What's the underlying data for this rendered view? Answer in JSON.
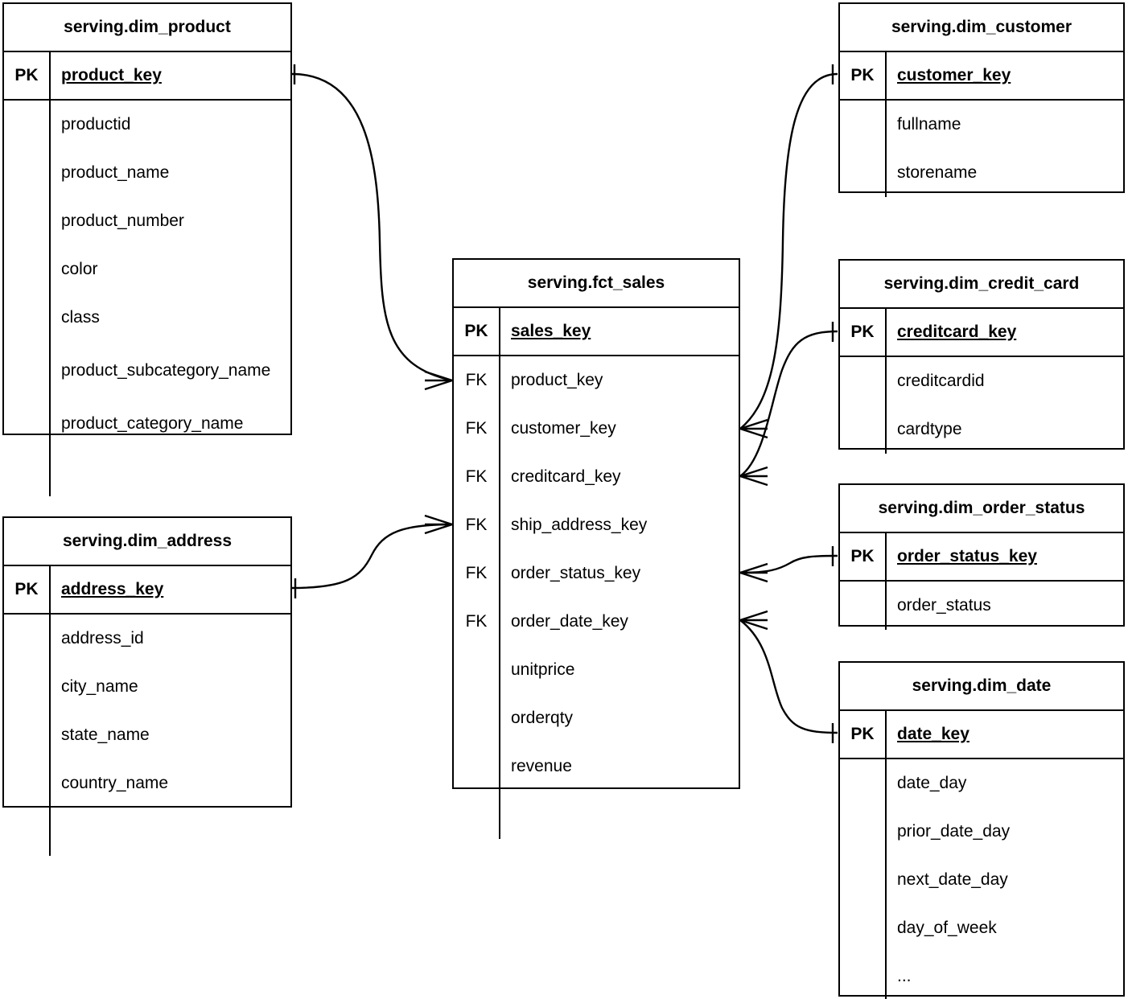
{
  "diagram": {
    "type": "entity-relationship-diagram",
    "notation": "crow's-foot",
    "background_color": "#ffffff",
    "line_color": "#000000",
    "key_labels": {
      "primary": "PK",
      "foreign": "FK"
    }
  },
  "entities": {
    "dim_product": {
      "title": "serving.dim_product",
      "pk": {
        "key": "PK",
        "name": "product_key"
      },
      "fields": [
        {
          "key": "",
          "name": "productid"
        },
        {
          "key": "",
          "name": "product_name"
        },
        {
          "key": "",
          "name": "product_number"
        },
        {
          "key": "",
          "name": "color"
        },
        {
          "key": "",
          "name": "class"
        },
        {
          "key": "",
          "name": "product_subcategory_name"
        },
        {
          "key": "",
          "name": "product_category_name"
        }
      ]
    },
    "dim_address": {
      "title": "serving.dim_address",
      "pk": {
        "key": "PK",
        "name": "address_key"
      },
      "fields": [
        {
          "key": "",
          "name": "address_id"
        },
        {
          "key": "",
          "name": "city_name"
        },
        {
          "key": "",
          "name": "state_name"
        },
        {
          "key": "",
          "name": "country_name"
        }
      ]
    },
    "fct_sales": {
      "title": "serving.fct_sales",
      "pk": {
        "key": "PK",
        "name": "sales_key"
      },
      "fields": [
        {
          "key": "FK",
          "name": "product_key"
        },
        {
          "key": "FK",
          "name": "customer_key"
        },
        {
          "key": "FK",
          "name": "creditcard_key"
        },
        {
          "key": "FK",
          "name": "ship_address_key"
        },
        {
          "key": "FK",
          "name": "order_status_key"
        },
        {
          "key": "FK",
          "name": "order_date_key"
        },
        {
          "key": "",
          "name": "unitprice"
        },
        {
          "key": "",
          "name": "orderqty"
        },
        {
          "key": "",
          "name": "revenue"
        }
      ]
    },
    "dim_customer": {
      "title": "serving.dim_customer",
      "pk": {
        "key": "PK",
        "name": "customer_key"
      },
      "fields": [
        {
          "key": "",
          "name": "fullname"
        },
        {
          "key": "",
          "name": "storename"
        }
      ]
    },
    "dim_credit_card": {
      "title": "serving.dim_credit_card",
      "pk": {
        "key": "PK",
        "name": "creditcard_key"
      },
      "fields": [
        {
          "key": "",
          "name": "creditcardid"
        },
        {
          "key": "",
          "name": "cardtype"
        }
      ]
    },
    "dim_order_status": {
      "title": "serving.dim_order_status",
      "pk": {
        "key": "PK",
        "name": "order_status_key"
      },
      "fields": [
        {
          "key": "",
          "name": "order_status"
        }
      ]
    },
    "dim_date": {
      "title": "serving.dim_date",
      "pk": {
        "key": "PK",
        "name": "date_key"
      },
      "fields": [
        {
          "key": "",
          "name": "date_day"
        },
        {
          "key": "",
          "name": "prior_date_day"
        },
        {
          "key": "",
          "name": "next_date_day"
        },
        {
          "key": "",
          "name": "day_of_week"
        },
        {
          "key": "",
          "name": "..."
        }
      ]
    }
  },
  "relationships": [
    {
      "from": "dim_product.product_key",
      "to": "fct_sales.product_key",
      "cardinality": "one-to-many"
    },
    {
      "from": "dim_address.address_key",
      "to": "fct_sales.ship_address_key",
      "cardinality": "one-to-many"
    },
    {
      "from": "dim_customer.customer_key",
      "to": "fct_sales.customer_key",
      "cardinality": "one-to-many"
    },
    {
      "from": "dim_credit_card.creditcard_key",
      "to": "fct_sales.creditcard_key",
      "cardinality": "one-to-many"
    },
    {
      "from": "dim_order_status.order_status_key",
      "to": "fct_sales.order_status_key",
      "cardinality": "one-to-many"
    },
    {
      "from": "dim_date.date_key",
      "to": "fct_sales.order_date_key",
      "cardinality": "one-to-many"
    }
  ]
}
